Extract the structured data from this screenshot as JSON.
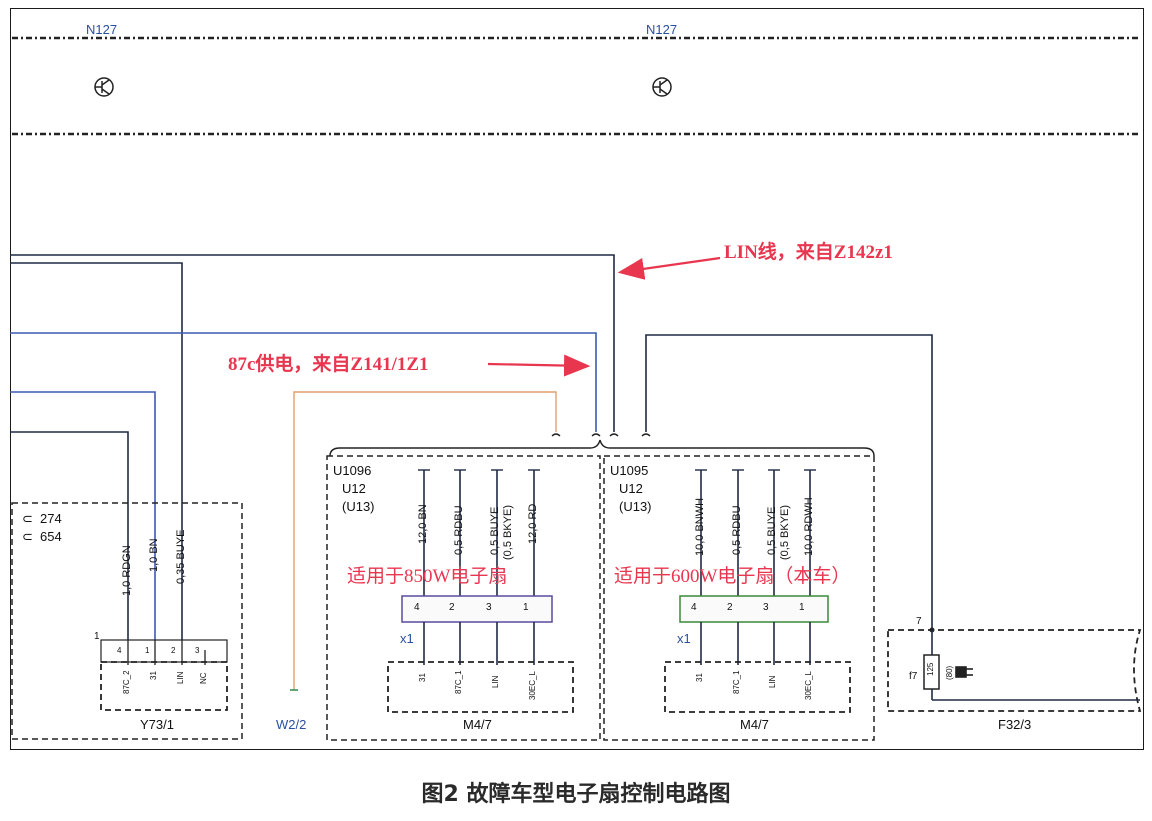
{
  "top_components": [
    {
      "ref": "N127"
    },
    {
      "ref": "N127"
    }
  ],
  "annotations": {
    "lin": "LIN线，来自Z142z1",
    "supply": "87c供电，来自Z141/1Z1"
  },
  "left_block": {
    "codes": [
      "274",
      "654"
    ],
    "wires": [
      "1,0 RDGN",
      "1,0 BN",
      "0,35 BUYE"
    ],
    "connector_no": "1",
    "pins": [
      "4",
      "1",
      "2",
      "3"
    ],
    "pin_labels": [
      "87C_2",
      "31",
      "LIN",
      "NC"
    ],
    "name": "Y73/1"
  },
  "ground_point": "W2/2",
  "fan_850": {
    "module": "U1096",
    "sub1": "U12",
    "sub2": "(U13)",
    "wires": [
      "12,0 BN",
      "0,5 RDBU",
      "0,5 BUYE",
      "(0,5 BKYE)",
      "12,0 RD"
    ],
    "label": "适用于850W电子扇",
    "connector": "x1",
    "pins": [
      "4",
      "2",
      "3",
      "1"
    ],
    "pin_labels": [
      "31",
      "87C_1",
      "LIN",
      "30EC_L"
    ],
    "name": "M4/7"
  },
  "fan_600": {
    "module": "U1095",
    "sub1": "U12",
    "sub2": "(U13)",
    "wires": [
      "10,0 BNWH",
      "0,5 RDBU",
      "0,5 BUYE",
      "(0,5 BKYE)",
      "10,0 RDWH"
    ],
    "label": "适用于600W电子扇（本车）",
    "connector": "x1",
    "pins": [
      "4",
      "2",
      "3",
      "1"
    ],
    "pin_labels": [
      "31",
      "87C_1",
      "LIN",
      "30EC_L"
    ],
    "name": "M4/7"
  },
  "fuse_box": {
    "terminal": "7",
    "fuse": "f7",
    "rating": "125",
    "sub_rating": "(80)",
    "name": "F32/3"
  },
  "caption": "图2 故障车型电子扇控制电路图",
  "colors": {
    "wire": "#1f2a44",
    "wire_blue": "#3c5ab0",
    "wire_orange": "#e0a070",
    "annotation": "#e8364f",
    "connector_purple": "#5a4aa0",
    "connector_green": "#3a8a3a"
  }
}
